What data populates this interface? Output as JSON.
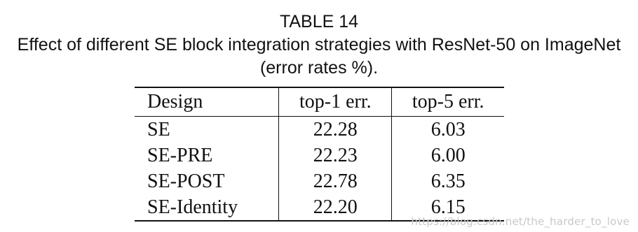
{
  "caption": {
    "title": "TABLE 14",
    "description": "Effect of different SE block integration strategies with ResNet-50 on ImageNet (error rates %)."
  },
  "table": {
    "columns": [
      "Design",
      "top-1 err.",
      "top-5 err."
    ],
    "rows": [
      {
        "design": "SE",
        "top1": "22.28",
        "top5": "6.03"
      },
      {
        "design": "SE-PRE",
        "top1": "22.23",
        "top5": "6.00"
      },
      {
        "design": "SE-POST",
        "top1": "22.78",
        "top5": "6.35"
      },
      {
        "design": "SE-Identity",
        "top1": "22.20",
        "top5": "6.15"
      }
    ]
  },
  "watermark": "https://blog.csdn.net/the_harder_to_love"
}
